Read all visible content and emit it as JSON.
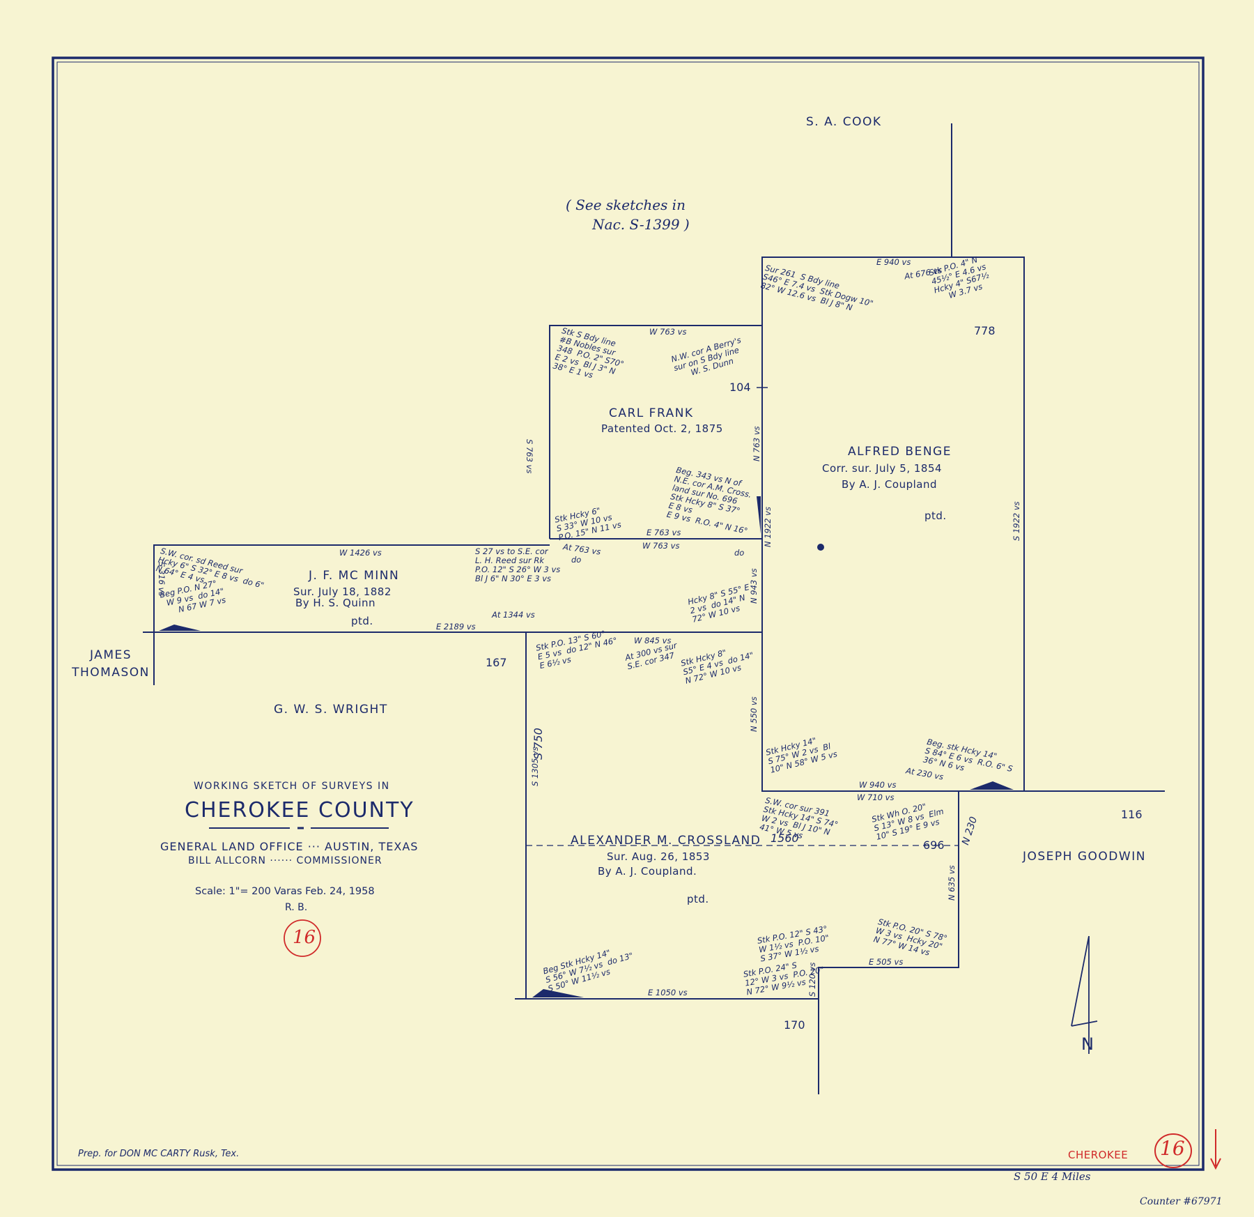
{
  "owners": {
    "sa_cook": "S. A. COOK",
    "james_thomason": "JAMES\nTHOMASON",
    "gws_wright": "G. W. S. WRIGHT",
    "joseph_goodwin": "JOSEPH GOODWIN"
  },
  "surveys": {
    "carl_frank": {
      "name": "CARL FRANK",
      "line2": "Patented Oct. 2, 1875"
    },
    "alfred_benge": {
      "name": "ALFRED BENGE",
      "line2": "Corr. sur. July 5, 1854",
      "line3": "By A. J. Coupland",
      "status": "ptd."
    },
    "jf_mcminn": {
      "name": "J. F. MC MINN",
      "line2": "Sur. July 18, 1882",
      "line3": "By H. S. Quinn",
      "status": "ptd."
    },
    "crossland": {
      "name": "ALEXANDER M. CROSSLAND",
      "line2": "Sur. Aug. 26, 1853",
      "line3": "By A. J. Coupland.",
      "status": "ptd."
    }
  },
  "tract_numbers": {
    "n104": "104",
    "n778": "778",
    "n167": "167",
    "n116": "116",
    "n696": "696",
    "n170": "170"
  },
  "sketch_note": "( See sketches in\n      Nac. S-1399 )",
  "title_block": {
    "line1": "WORKING SKETCH OF SURVEYS IN",
    "county": "CHEROKEE COUNTY",
    "line3": "GENERAL LAND OFFICE ··· AUSTIN, TEXAS",
    "line4": "BILL ALLCORN ······ COMMISSIONER",
    "scale": "Scale: 1\"= 200 Varas   Feb. 24, 1958",
    "initials": "R. B.",
    "sheet_no": "16"
  },
  "prepared_for": "Prep. for DON MC CARTY   Rusk, Tex.",
  "stamp": {
    "county": "CHEROKEE",
    "number": "16"
  },
  "bottom_notes": {
    "direction": "S 50 E  4 Miles",
    "counter": "Counter #67971"
  },
  "north_label": "N",
  "calls": {
    "e940": "E 940 vs",
    "at676": "At 676 vs",
    "benge_nw": "Sur 261  S Bdy line\nS46° E 7.4 vs  Stk Dogw 10\"\n82° W 12.6 vs  Bl J 8\" N",
    "benge_ne": "Stk P.O. 4\" N\n45½° E 4.6 vs\nHcky 4\" S67½\n     W 3.7 vs",
    "w763_top": "W 763 vs",
    "frank_nw": "Stk S Bdy line\n#B Nobles sur\n348  P.O. 2\" S70°\nE 2 vs  Bl J 3\" N\n38° E 1 vs",
    "frank_ne": "N.W. cor A Berry's\nsur on S Bdy line\n      W. S. Dunn",
    "s763": "S 763 vs",
    "n763": "N 763 vs",
    "frank_beg": "Beg. 343 vs N of\nN.E. cor A.M. Cross.\nland sur No. 696\nStk Hcky 8\" S 37°\nE 8 vs\nE 9 vs  R.O. 4\" N 16°",
    "frank_sw": "Stk Hcky 6\"\nS 33° W 10 vs\nP.O. 15\" N 11 vs",
    "e763": "E 763 vs",
    "w763_mid": "W 763 vs",
    "at763": "At 763 vs",
    "do1": "do",
    "do2": "do",
    "n1922": "N 1922 vs",
    "s1922": "S 1922 vs",
    "w1426": "W 1426 vs",
    "mcminn_nw": "S.W. cor. sd Reed sur\nHcky 6\" S 32° E 8 vs  do 6\"\nN 64° E 4 vs",
    "mcminn_ne": "S 27 vs to S.E. cor\nL. H. Reed sur Rk\nP.O. 12\" S 26° W 3 vs\nBl J 6\" N 30° E 3 vs",
    "s316": "S 316 vs",
    "mcminn_beg": "Beg P.O. N 27°\n  W 9 vs  do 14\"\n      N 67 W 7 vs",
    "at1344": "At 1344 vs",
    "e2189": "E 2189 vs",
    "n943": "N 943 vs",
    "mcminn_se": "Hcky 8\" S 55° E\n2 vs  do 14\" N\n72° W 10 vs",
    "w845": "W 845 vs",
    "at300": "At 300 vs sur\nS.E. cor 347",
    "cross_nw": "Stk P.O. 13\" S 60°\nE 5 vs  do 12\" N 46°\nE 6½ vs",
    "cross_ne": "Stk Hcky 8\"\nS5° E 4 vs  do 14\"\nN 72° W 10 vs",
    "n550": "N 550 vs",
    "benge_sw": "Stk Hcky 14\"\nS 75° W 2 vs  Bl\n10\" N 58° W 5 vs",
    "benge_beg": "Beg. stk Hcky 14\"\nS 84° E 6 vs  R.O. 6\" S\n36° N 6 vs",
    "w940": "W 940 vs",
    "at230": "At 230 vs",
    "w710": "W 710 vs",
    "cross_mid1": "S.W. cor sur 391\nStk Hcky 14\" S 74°\nW 2 vs  Bl J 10\" N\n41° W 5 vs",
    "cross_mid2": "Stk Wh O. 20\"\nS 13° W 8 vs  Elm\n10\" S 19° E 9 vs",
    "n230": "N 230",
    "s1305": "S 1305 vs",
    "s750": "S 750",
    "d1560": "1560",
    "n635": "N 635 vs",
    "cross_se": "Stk P.O. 20\" S 78°\nW 3 vs  Hcky 20\"\nN 77° W 14 vs",
    "e505": "E 505 vs",
    "cross_s1": "Stk P.O. 12\" S 43°\nW 1½ vs  P.O. 10\"\nS 37° W 1½ vs",
    "cross_s2": "Stk P.O. 24\" S\n12° W 3 vs  P.O. 20\"\nN 72° W 9½ vs",
    "s120": "S 120 vs",
    "cross_beg": "Beg Stk Hcky 14\"\nS 56° W 7½ vs  do 13\"\nS 50° W 11½ vs",
    "e1050": "E 1050 vs"
  }
}
